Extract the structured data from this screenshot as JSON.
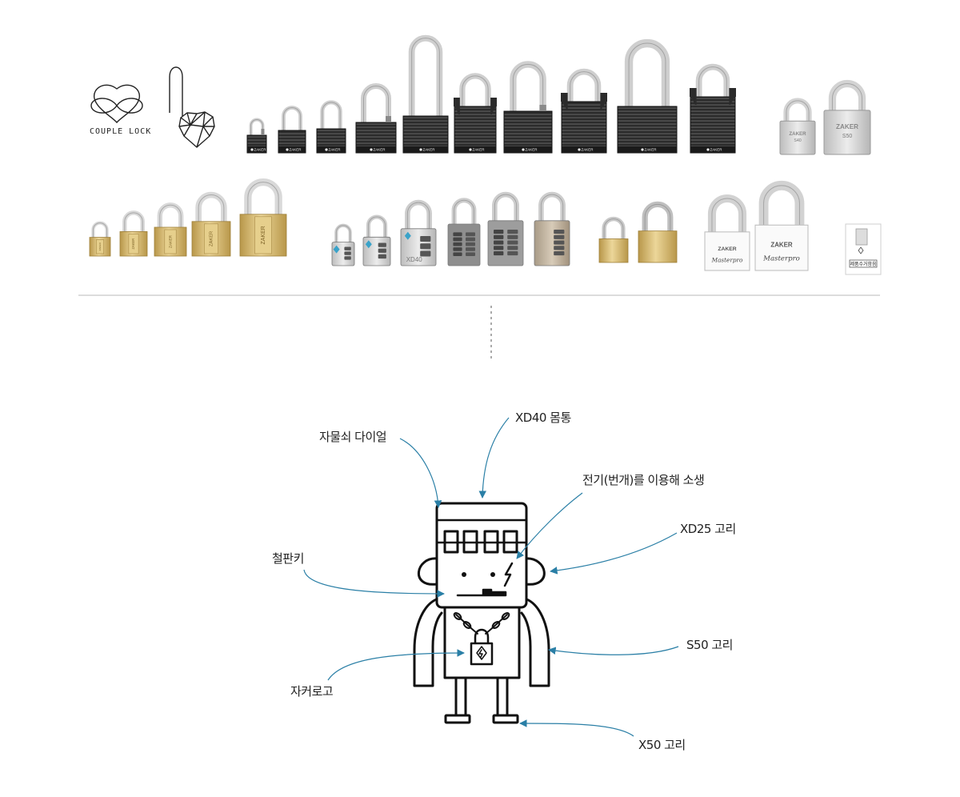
{
  "couple_lock": {
    "logo_text": "COUPLE LOCK"
  },
  "brand": "ZAKER",
  "lock_row1": {
    "black_locks": [
      {
        "h": 12,
        "w": 24,
        "body": 22
      },
      {
        "h": 18,
        "w": 34,
        "body": 28
      },
      {
        "h": 22,
        "w": 36,
        "body": 30
      },
      {
        "h": 30,
        "w": 50,
        "body": 38
      },
      {
        "h": 80,
        "w": 56,
        "body": 46
      },
      {
        "h": 22,
        "w": 52,
        "body": 58,
        "shrouded": true
      },
      {
        "h": 40,
        "w": 60,
        "body": 52
      },
      {
        "h": 20,
        "w": 56,
        "body": 64,
        "shrouded": true
      },
      {
        "h": 56,
        "w": 74,
        "body": 58
      },
      {
        "h": 20,
        "w": 56,
        "body": 70,
        "shrouded": true
      }
    ],
    "steel_locks": [
      {
        "label": "S40",
        "w": 44
      },
      {
        "label": "S50",
        "w": 58
      }
    ]
  },
  "lock_row2": {
    "brass_locks": [
      26,
      34,
      40,
      48,
      58
    ],
    "dial_locks": [
      {
        "w": 28,
        "label": ""
      },
      {
        "w": 34,
        "label": ""
      },
      {
        "w": 44,
        "label": "XD40"
      },
      {
        "w": 40,
        "label": ""
      },
      {
        "w": 44,
        "label": ""
      },
      {
        "w": 44,
        "label": ""
      }
    ],
    "brass_small_locks": [
      {
        "w": 36,
        "label": ""
      },
      {
        "w": 48,
        "label": ""
      }
    ],
    "white_locks": [
      {
        "w": 56,
        "label": "ZAKER",
        "script": "Masterpro"
      },
      {
        "w": 66,
        "label": "ZAKER",
        "script": "Masterpro"
      }
    ],
    "package_label": "제품수거함음"
  },
  "annotations": {
    "dial": "자물쇠 다이얼",
    "body": "XD40 몸통",
    "lightning": "전기(번개)를 이용해  소생",
    "ear": "XD25 고리",
    "key": "철판키",
    "arm": "S50 고리",
    "logo": "자커로고",
    "leg": "X50 고리"
  },
  "colors": {
    "arrow": "#2a7fa6",
    "divider": "#c8c8c8",
    "dotted": "#aaaaaa",
    "black_lock": "#2b2b2b",
    "shackle": "#cfcfcf",
    "brass": "#d9bf78",
    "brass_dark": "#b8974a",
    "steel": "#d6d6d6"
  }
}
